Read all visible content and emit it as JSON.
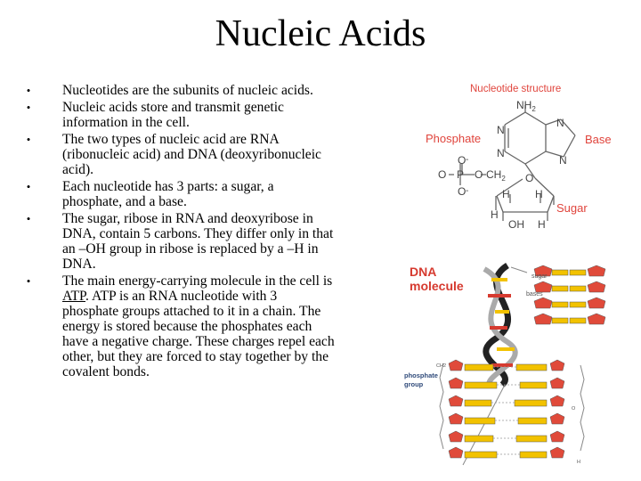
{
  "slide": {
    "title": "Nucleic Acids",
    "bullets": [
      {
        "text": "Nucleotides are the subunits of nucleic acids."
      },
      {
        "text": "Nucleic acids store and transmit genetic information in the cell."
      },
      {
        "text": "The two types of nucleic acid are RNA (ribonucleic acid) and DNA (deoxyribonucleic acid)."
      },
      {
        "text": "Each nucleotide has 3 parts: a sugar, a phosphate, and a base."
      },
      {
        "text": "The sugar, ribose in RNA and deoxyribose in DNA, contain 5 carbons. They differ only in that an –OH group in ribose is replaced by a –H in DNA."
      },
      {
        "pre": "The main energy-carrying molecule in the cell is ",
        "link": "ATP",
        "post": ".  ATP is an RNA nucleotide with  3 phosphate groups attached to it in a chain.  The energy is stored because the phosphates each have a negative charge.  These charges repel each other, but they are forced to stay together by the covalent bonds."
      }
    ],
    "bullet_glyph": "•"
  },
  "nucleotide_figure": {
    "title": "Nucleotide structure",
    "labels": {
      "phosphate": "Phosphate",
      "base": "Base",
      "sugar": "Sugar"
    },
    "atoms": {
      "nh2": "NH",
      "nh2_sub": "2",
      "n": "N",
      "o": "O",
      "p": "P",
      "c": "C",
      "ch2": "CH",
      "ch2_sub": "2",
      "h": "H",
      "oh": "OH",
      "minus": "-"
    },
    "colors": {
      "label": "#e0443c",
      "line": "#666666"
    }
  },
  "dna_figure": {
    "title_line1": "DNA",
    "title_line2": "molecule",
    "labels": {
      "sugar": "sugar",
      "bases": "bases",
      "phosphate_group_line1": "phosphate",
      "phosphate_group_line2": "group"
    },
    "small": {
      "ch2": "CH",
      "ch2_sub": "2",
      "o": "O",
      "h": "H"
    },
    "colors": {
      "title": "#d63a2f",
      "sugar": "#e04a3a",
      "base": "#f2c200",
      "helix_dark": "#222222",
      "helix_light": "#cccccc"
    }
  }
}
